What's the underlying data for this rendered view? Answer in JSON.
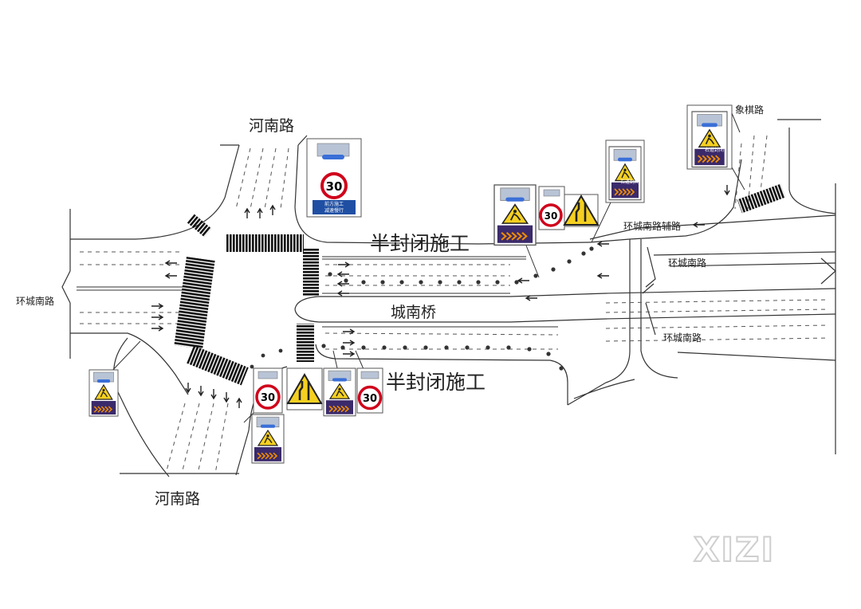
{
  "labels": {
    "henan_road_top": "河南路",
    "henan_road_bottom": "河南路",
    "huancheng_south_left": "环城南路",
    "huancheng_south_right_mid": "环城南路",
    "huancheng_south_right_low": "环城南路",
    "huancheng_aux_road": "环城南路辅路",
    "xiangqi_road": "象棋路",
    "chengnan_bridge": "城南桥",
    "half_closed_top": "半封闭施工",
    "half_closed_bottom": "半封闭施工"
  },
  "signs": {
    "speed_limit": "30",
    "work_ahead_line1": "前方施工",
    "work_ahead_line2": "减速慢行",
    "right_lane_closed": "右道封闭"
  },
  "watermark": "XIZI",
  "colors": {
    "road_line": "#333333",
    "crosswalk": "#111111",
    "barrier_dot": "#333333",
    "sign_blue": "#1f4fa3",
    "sign_purple": "#3b2a6b",
    "sign_yellow": "#f5d020",
    "limit_red": "#d0021b",
    "arrow_orange": "#f08c00"
  }
}
